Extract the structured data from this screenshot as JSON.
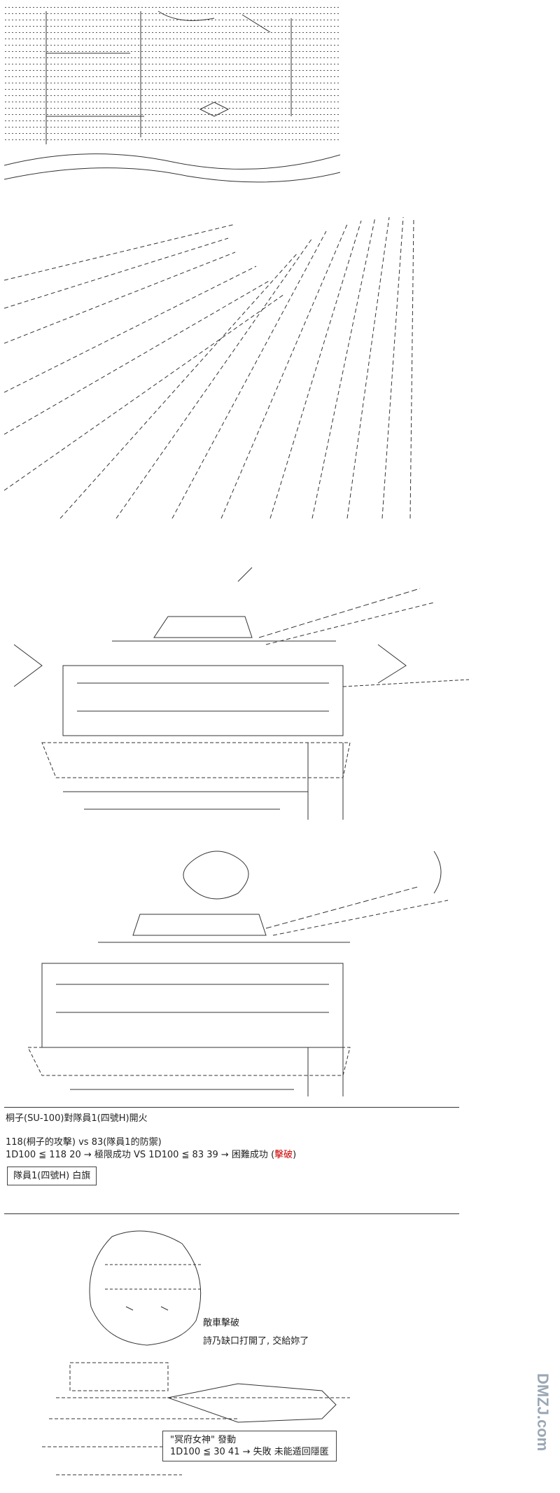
{
  "report": {
    "attack_title": "桐子(SU-100)對隊員1(四號H)開火",
    "roll_line1": "118(桐子的攻擊) vs 83(隊員1的防禦)",
    "roll_line2_main": "1D100 ≦ 118  20 → 極限成功 VS 1D100 ≦ 83  39 → 困難成功 (",
    "roll_line2_red": "擊破",
    "roll_line2_close": ")",
    "flag_box": "隊員1(四號H) 白旗"
  },
  "dialogue": {
    "line1": "敵車擊破",
    "line2": "詩乃缺口打開了, 交給妳了",
    "skill_name": "\"冥府女神\" 發動",
    "skill_roll": "1D100 ≦ 30  41 → 失敗 未能遁回隱匿"
  },
  "watermark": {
    "label": "DMZJ.com"
  }
}
